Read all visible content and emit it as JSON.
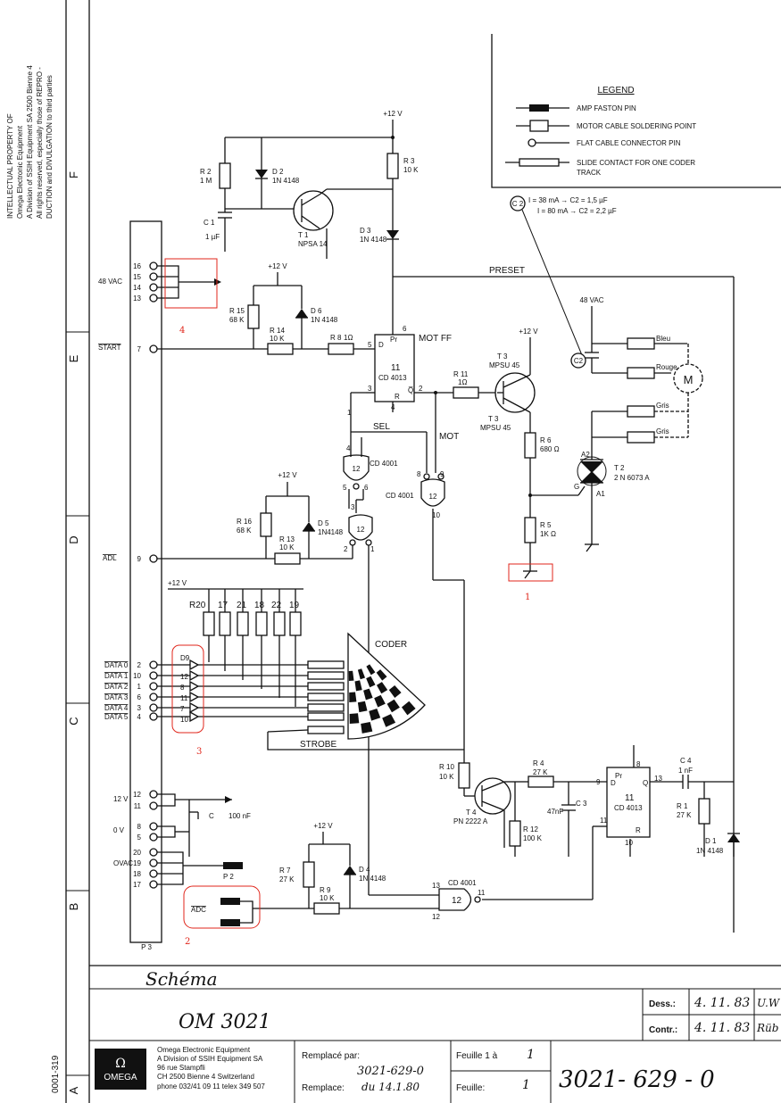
{
  "side_notes": {
    "line1": "INTELLECTUAL PROPERTY OF",
    "line2": "Omega Electronic Equipment",
    "line3": "A Division of SSIH Equipment SA 2500 Bienne 4",
    "line4": "All rights reserved, especially those of REPRO -",
    "line5": "DUCTION and DIVULGATION to third parties",
    "drawing_no_side": "0001-319"
  },
  "zones": [
    "F",
    "E",
    "D",
    "C",
    "B",
    "A"
  ],
  "legend": {
    "title": "LEGEND",
    "items": [
      "AMP FASTON PIN",
      "MOTOR CABLE SOLDERING POINT",
      "FLAT CABLE CONNECTOR PIN",
      "SLIDE CONTACT FOR ONE CODER",
      "TRACK"
    ]
  },
  "c2_note": {
    "ref": "C 2",
    "line1": "I = 38 mA → C2 = 1,5 µF",
    "line2": "I = 80 mA → C2 = 2,2 µF"
  },
  "supplies": {
    "v12": "+12 V",
    "vac48": "48 VAC"
  },
  "components": {
    "r2": "R 2",
    "r2v": "1 M",
    "d2": "D 2",
    "d2v": "1N 4148",
    "r3": "R 3",
    "r3v": "10 K",
    "c1": "C 1",
    "c1v": "1 µF",
    "t1": "T 1",
    "t1v": "NPSA 14",
    "d3": "D 3",
    "d3v": "1N 4148",
    "r15": "R 15",
    "r15v": "68 K",
    "d6": "D 6",
    "d6v": "1N 4148",
    "r14": "R 14",
    "r14v": "10 K",
    "r8": "R 8",
    "r8v": "1Ω",
    "mot_ff": "MOT FF",
    "cd4013_a_num": "11",
    "cd4013": "CD 4013",
    "r11": "R 11",
    "r11v": "1Ω",
    "t3": "T 3",
    "t3v": "MPSU 45",
    "r6": "R 6",
    "r6v": "680 Ω",
    "r5": "R 5",
    "r5v": "1K Ω",
    "t2": "T 2",
    "t2v": "2 N 6073 A",
    "a2": "A2",
    "a1": "A1",
    "g": "G",
    "motor": "M",
    "bleu": "Bleu",
    "rouge": "Rouge",
    "gris1": "Gris",
    "gris2": "Gris",
    "c2": "C2",
    "sel": "SEL",
    "mot": "MOT",
    "preset": "PRESET",
    "gate12": "12",
    "cd4001": "CD 4001",
    "r16": "R 16",
    "r16v": "68 K",
    "d5": "D 5",
    "d5v": "1N4148",
    "r13": "R 13",
    "r13v": "10 K",
    "r20": "R20",
    "r17": "17",
    "r21": "21",
    "r18": "18",
    "r22": "22",
    "r19": "19",
    "coder": "CODER",
    "strobe": "STROBE",
    "r10": "R 10",
    "r10v": "10 K",
    "t4": "T 4",
    "t4v": "PN 2222 A",
    "r4": "R 4",
    "r4v": "27 K",
    "c3": "C 3",
    "c3v": "47nF",
    "r12": "R 12",
    "r12v": "100 K",
    "c4": "C 4",
    "c4v": "1 nF",
    "r1": "R 1",
    "r1v": "27 K",
    "d1": "D 1",
    "d1v": "1N 4148",
    "c_cap": "C",
    "c_val": "100 nF",
    "p2": "P 2",
    "r7": "R 7",
    "r7v": "27 K",
    "d4": "D 4",
    "d4v": "1N 4148",
    "r9": "R 9",
    "r9v": "10 K",
    "p3": "P 3"
  },
  "connector": {
    "vac48": "48 VAC",
    "start": "START",
    "adl": "ADL",
    "data": [
      "DATA 0",
      "DATA 1",
      "DATA 2",
      "DATA 3",
      "DATA 4",
      "DATA 5"
    ],
    "v12": "12 V",
    "v0": "0 V",
    "ovac": "OVAC",
    "adc": "ADC"
  },
  "annotations": [
    "1",
    "2",
    "3",
    "4"
  ],
  "title_block": {
    "schema": "Schéma",
    "model": "OM 3021",
    "dess_label": "Dess.:",
    "dess_date": "4. 11. 83",
    "dess_sig": "U.W",
    "contr_label": "Contr.:",
    "contr_date": "4. 11. 83",
    "contr_sig": "Rüb",
    "company1": "Omega Electronic Equipment",
    "company2": "A Division of SSIH Equipment SA",
    "company3": "96 rue Stampfli",
    "company4": "CH 2500 Bienne 4   Switzerland",
    "company5": "phone 032/41 09 11  telex 349 507",
    "logo_word": "OMEGA",
    "remplace_par": "Remplacé par:",
    "remplace": "Remplace:",
    "remplace_value": "3021-629-0",
    "remplace_du": "du 14.1.80",
    "feuille1": "Feuille 1 à",
    "feuille1_val": "1",
    "feuille": "Feuille:",
    "feuille_val": "1",
    "drawing_no": "3021- 629 - 0"
  }
}
